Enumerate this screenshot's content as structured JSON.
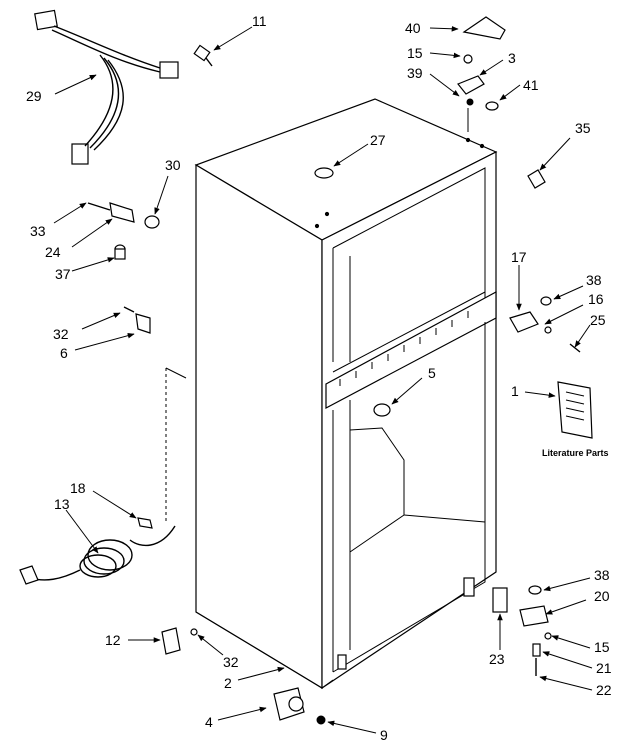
{
  "diagram": {
    "literature_label": "Literature Parts",
    "callouts": [
      {
        "id": "c11",
        "text": "11"
      },
      {
        "id": "c29",
        "text": "29"
      },
      {
        "id": "c40",
        "text": "40"
      },
      {
        "id": "c15a",
        "text": "15"
      },
      {
        "id": "c3",
        "text": "3"
      },
      {
        "id": "c39",
        "text": "39"
      },
      {
        "id": "c41",
        "text": "41"
      },
      {
        "id": "c35",
        "text": "35"
      },
      {
        "id": "c27",
        "text": "27"
      },
      {
        "id": "c30",
        "text": "30"
      },
      {
        "id": "c33",
        "text": "33"
      },
      {
        "id": "c24",
        "text": "24"
      },
      {
        "id": "c37",
        "text": "37"
      },
      {
        "id": "c17",
        "text": "17"
      },
      {
        "id": "c38a",
        "text": "38"
      },
      {
        "id": "c16",
        "text": "16"
      },
      {
        "id": "c25",
        "text": "25"
      },
      {
        "id": "c32a",
        "text": "32"
      },
      {
        "id": "c6",
        "text": "6"
      },
      {
        "id": "c5",
        "text": "5"
      },
      {
        "id": "c1",
        "text": "1"
      },
      {
        "id": "c18",
        "text": "18"
      },
      {
        "id": "c13",
        "text": "13"
      },
      {
        "id": "c38b",
        "text": "38"
      },
      {
        "id": "c20",
        "text": "20"
      },
      {
        "id": "c12",
        "text": "12"
      },
      {
        "id": "c32b",
        "text": "32"
      },
      {
        "id": "c23",
        "text": "23"
      },
      {
        "id": "c15b",
        "text": "15"
      },
      {
        "id": "c2",
        "text": "2"
      },
      {
        "id": "c21",
        "text": "21"
      },
      {
        "id": "c22",
        "text": "22"
      },
      {
        "id": "c4",
        "text": "4"
      },
      {
        "id": "c9",
        "text": "9"
      }
    ]
  }
}
